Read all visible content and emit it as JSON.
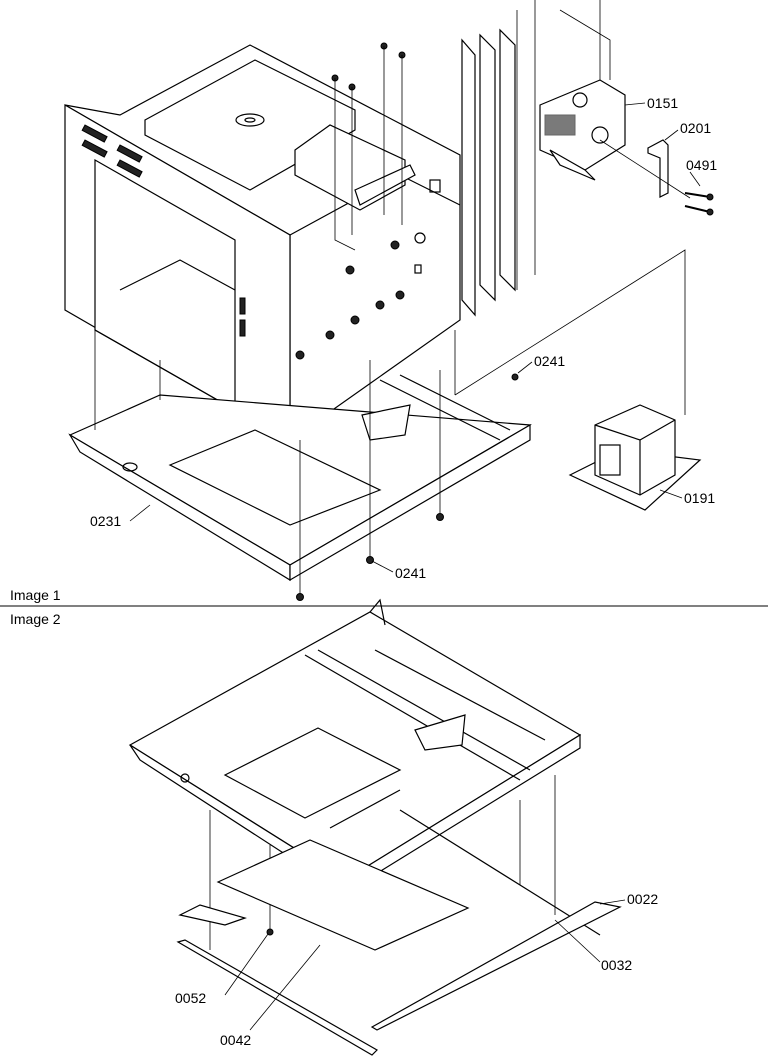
{
  "panels": [
    {
      "label": "Image 1"
    },
    {
      "label": "Image 2"
    }
  ],
  "callouts": {
    "image1": [
      "0151",
      "0201",
      "0491",
      "0241",
      "0191",
      "0231",
      "0241"
    ],
    "image2": [
      "0022",
      "0032",
      "0052",
      "0042"
    ]
  }
}
